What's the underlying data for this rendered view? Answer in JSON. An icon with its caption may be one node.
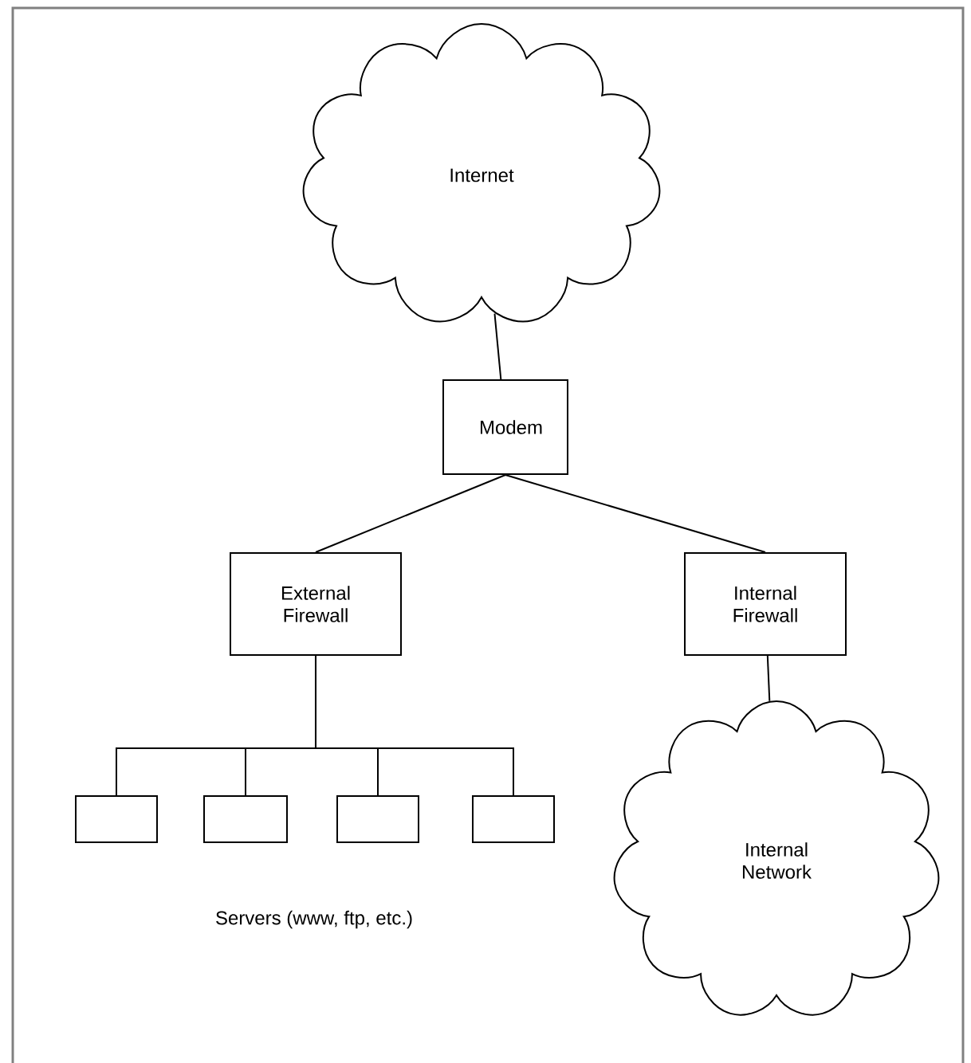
{
  "diagram": {
    "nodes": [
      {
        "text": [
          "Internet"
        ]
      },
      {
        "text": [
          "Modem"
        ]
      },
      {
        "text": [
          "External Firewall"
        ]
      },
      {
        "text": [
          "Internal Firewall"
        ]
      },
      {
        "text": [],
        "shape": "box"
      },
      {
        "text": [],
        "shape": "box"
      },
      {
        "text": [],
        "shape": "box"
      },
      {
        "text": [],
        "shape": "box"
      },
      {
        "text": [
          "Internal Network"
        ]
      }
    ],
    "edges": [
      {
        "from": 0,
        "to": 1,
        "arrow": "none"
      },
      {
        "from": 1,
        "to": 2,
        "arrow": "none"
      },
      {
        "from": 1,
        "to": 3,
        "arrow": "none"
      },
      {
        "from": 2,
        "to": 4,
        "arrow": "none"
      },
      {
        "from": 2,
        "to": 5,
        "arrow": "none"
      },
      {
        "from": 2,
        "to": 6,
        "arrow": "none"
      },
      {
        "from": 2,
        "to": 7,
        "arrow": "none"
      },
      {
        "from": 3,
        "to": 8,
        "arrow": "none"
      }
    ],
    "labels": [
      "Servers (www, ftp, etc.)"
    ]
  }
}
